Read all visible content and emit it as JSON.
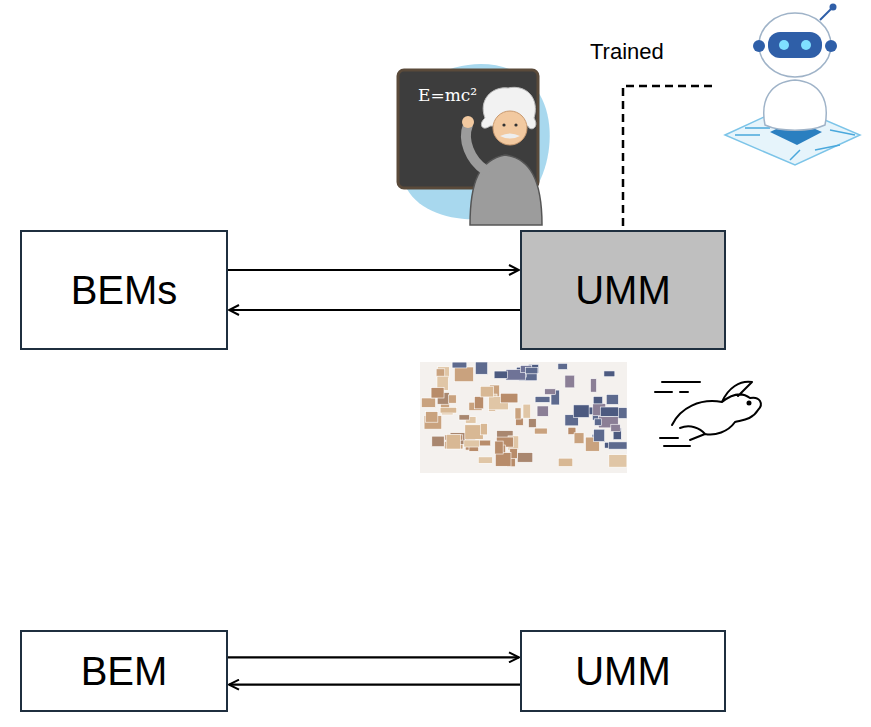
{
  "diagram": {
    "nodes": [
      {
        "text": [
          "BEMs"
        ]
      },
      {
        "text": [
          "UMM"
        ]
      },
      {
        "text": [
          "BEM"
        ]
      },
      {
        "text": [
          "UMM"
        ]
      }
    ],
    "edges": [
      {
        "from": 0,
        "to": 1,
        "arrow": "to"
      },
      {
        "from": 1,
        "to": 0,
        "arrow": "to"
      },
      {
        "from": 2,
        "to": 3,
        "arrow": "to"
      },
      {
        "from": 3,
        "to": 2,
        "arrow": "to"
      }
    ],
    "labels": [
      "Trained",
      "E=mc²"
    ]
  }
}
